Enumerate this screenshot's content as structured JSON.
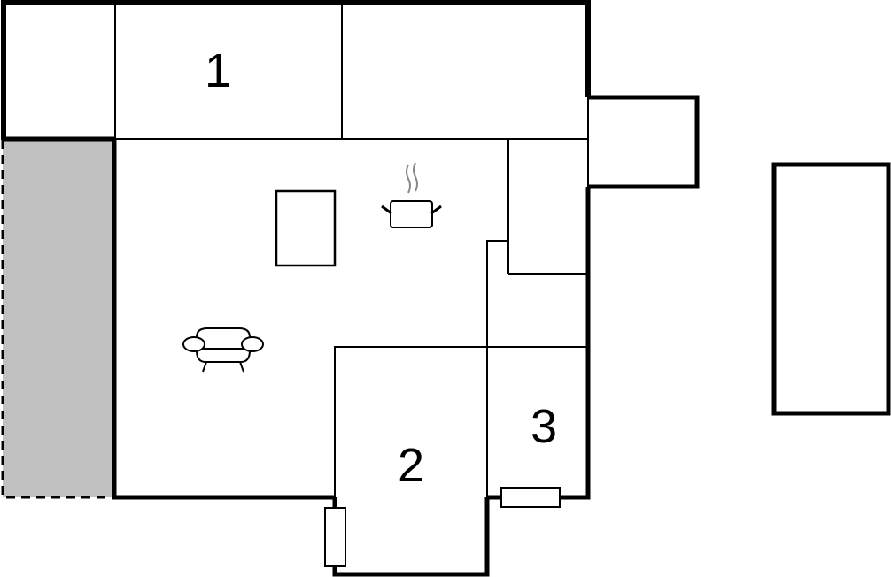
{
  "floorplan": {
    "rooms": [
      {
        "id": "room-1",
        "label": "1"
      },
      {
        "id": "room-2",
        "label": "2"
      },
      {
        "id": "room-3",
        "label": "3"
      }
    ],
    "icons": [
      {
        "name": "kitchen-pot-icon",
        "meaning": "kitchen"
      },
      {
        "name": "sofa-icon",
        "meaning": "living room"
      }
    ],
    "colors": {
      "wall": "#000000",
      "background": "#ffffff",
      "terrace": "#c0c0c0",
      "steam": "#888888"
    }
  }
}
